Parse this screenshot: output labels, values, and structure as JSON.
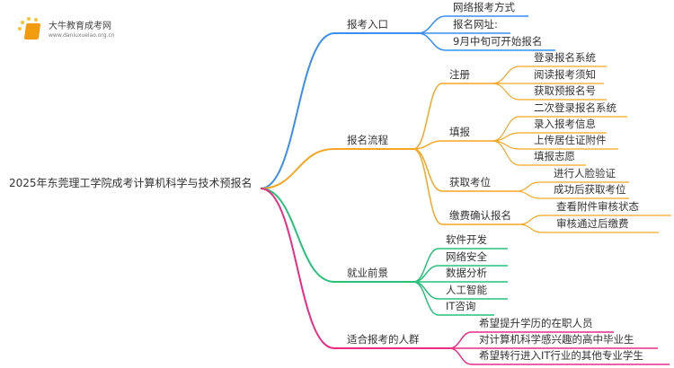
{
  "logo": {
    "name": "大牛教育成考网",
    "url": "www.daniuxueiao.org.cn"
  },
  "root": "2025年东莞理工学院成考计算机科学与技术预报名",
  "colors": {
    "blue": "#3a8ef0",
    "orange": "#f5a623",
    "green": "#26c27a",
    "pink": "#ec2a82"
  },
  "branches": [
    {
      "label": "报考入口",
      "children": [
        {
          "label": "网络报考方式"
        },
        {
          "label": "报名网址:"
        },
        {
          "label": "9月中旬可开始报名"
        }
      ]
    },
    {
      "label": "报名流程",
      "children": [
        {
          "label": "注册",
          "children": [
            {
              "label": "登录报名系统"
            },
            {
              "label": "阅读报考须知"
            },
            {
              "label": "获取预报名号"
            }
          ]
        },
        {
          "label": "填报",
          "children": [
            {
              "label": "二次登录报名系统"
            },
            {
              "label": "录入报考信息"
            },
            {
              "label": "上传居住证附件"
            },
            {
              "label": "填报志愿"
            }
          ]
        },
        {
          "label": "获取考位",
          "children": [
            {
              "label": "进行人脸验证"
            },
            {
              "label": "成功后获取考位"
            }
          ]
        },
        {
          "label": "缴费确认报名",
          "children": [
            {
              "label": "查看附件审核状态"
            },
            {
              "label": "审核通过后缴费"
            }
          ]
        }
      ]
    },
    {
      "label": "就业前景",
      "children": [
        {
          "label": "软件开发"
        },
        {
          "label": "网络安全"
        },
        {
          "label": "数据分析"
        },
        {
          "label": "人工智能"
        },
        {
          "label": "IT咨询"
        }
      ]
    },
    {
      "label": "适合报考的人群",
      "children": [
        {
          "label": "希望提升学历的在职人员"
        },
        {
          "label": "对计算机科学感兴趣的高中毕业生"
        },
        {
          "label": "希望转行进入IT行业的其他专业学生"
        }
      ]
    }
  ]
}
